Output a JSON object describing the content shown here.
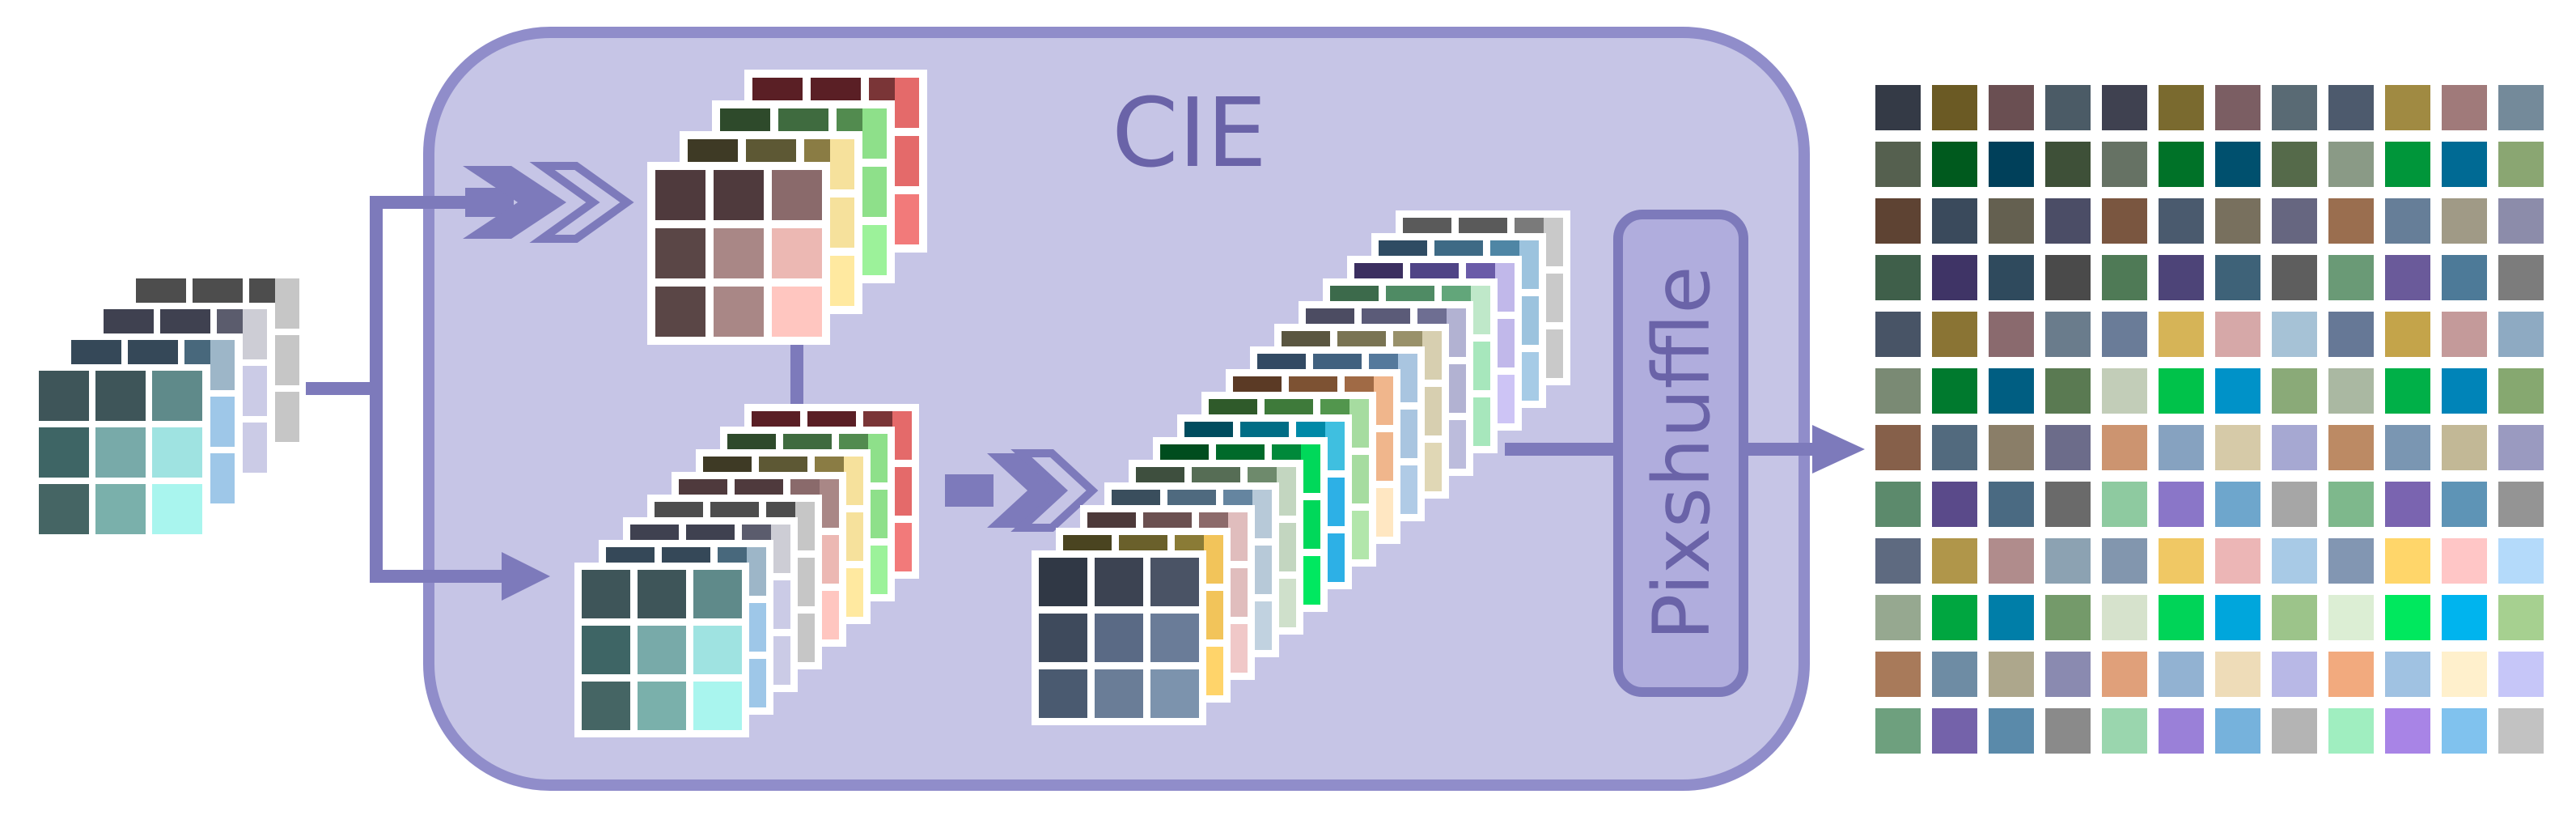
{
  "module": {
    "title": "CIE",
    "pixelshuffle_label": "Pixshuffle"
  },
  "colors": {
    "module_fill": "#c6c5e6",
    "module_stroke": "#908dca",
    "arrow": "#7d7abb",
    "pixelshuffle_fill": "#b0addd",
    "tile_border": "#ffffff",
    "stack_outline": "#8f8ccb"
  },
  "stacks": {
    "input": {
      "layers": [
        [
          "#4d4d4d",
          "#4d4d4d",
          "#4d4d4d",
          "#c6c6c6",
          "#c6c6c6",
          "#c6c6c6"
        ],
        [
          "#3f4150",
          "#3f4150",
          "#5b5c6d",
          "#cdcdd5",
          "#cbcbe6",
          "#cbcbe6"
        ],
        [
          "#354858",
          "#354858",
          "#48687c",
          "#9db6c8",
          "#9ec7e8",
          "#9ec7e8"
        ],
        [
          "#3e5559",
          "#3e5559",
          "#5f8a8a",
          "#3e6565",
          "#78aaa9",
          "#9fe3e1",
          "#456564",
          "#7ab0ab",
          "#a9f5ee"
        ]
      ]
    },
    "reference": {
      "layers": [
        [
          "#5a1f25",
          "#5a1f25",
          "#7a3537",
          "#e46a6a",
          "#e46a6a",
          "#f27a7a"
        ],
        [
          "#2e4a2b",
          "#3f6b3f",
          "#528b4f",
          "#8ee08a",
          "#8ee08a",
          "#9cf29a"
        ],
        [
          "#3e3a25",
          "#5d5834",
          "#8a7c44",
          "#f6e19c",
          "#f6e19c",
          "#ffe9a0"
        ],
        [
          "#4f3a3d",
          "#4f3a3d",
          "#8a6a6b",
          "#5a4646",
          "#a98786",
          "#ecb8b3",
          "#5a4646",
          "#a98786",
          "#ffc6c0"
        ]
      ]
    },
    "fused": {
      "layers": [
        [
          "#5a1f25",
          "#5a1f25",
          "#7a3537",
          "#e46a6a",
          "#e46a6a",
          "#f27a7a"
        ],
        [
          "#2e4a2b",
          "#3f6b3f",
          "#528b4f",
          "#8ee08a",
          "#8ee08a",
          "#9cf29a"
        ],
        [
          "#3e3a25",
          "#5d5834",
          "#8a7c44",
          "#f6e19c",
          "#f6e19c",
          "#ffe9a0"
        ],
        [
          "#4f3a3d",
          "#4f3a3d",
          "#8a6a6b",
          "#a98786",
          "#ecb8b3",
          "#ffc6c0"
        ],
        [
          "#4d4d4d",
          "#4d4d4d",
          "#4d4d4d",
          "#c6c6c6",
          "#c6c6c6",
          "#c6c6c6"
        ],
        [
          "#3f4150",
          "#3f4150",
          "#5b5c6d",
          "#cdcdd5",
          "#cbcbe6",
          "#cbcbe6"
        ],
        [
          "#354858",
          "#354858",
          "#48687c",
          "#9db6c8",
          "#9ec7e8",
          "#9ec7e8"
        ],
        [
          "#3e5559",
          "#3e5559",
          "#5f8a8a",
          "#3e6565",
          "#78aaa9",
          "#9fe3e1",
          "#456564",
          "#7ab0ab",
          "#a9f5ee"
        ]
      ]
    },
    "expanded": {
      "layers": [
        [
          "#5a5a5a",
          "#5a5a5a",
          "#7a7a7a",
          "#c9c9c9",
          "#c9c9c9",
          "#c9c9c9"
        ],
        [
          "#2f4c63",
          "#3e6a85",
          "#4f86a5",
          "#9cc3de",
          "#9cc3de",
          "#a6cbe6"
        ],
        [
          "#3b2f60",
          "#4f4486",
          "#6a5ba8",
          "#c1b8ea",
          "#c1b8ea",
          "#cdc4f5"
        ],
        [
          "#3c6a4b",
          "#4f8b64",
          "#62a67a",
          "#bfe8c9",
          "#a7e7bc",
          "#a7e7bc"
        ],
        [
          "#4c4c62",
          "#5b5b78",
          "#6e6e92",
          "#b2b2d2",
          "#b2b2d2",
          "#bcbcdc"
        ],
        [
          "#5a5640",
          "#7a7453",
          "#99916a",
          "#d7cfb0",
          "#d7cfb0",
          "#e0d7b5"
        ],
        [
          "#324a63",
          "#41617f",
          "#55799c",
          "#a9c5e0",
          "#a9c5e0",
          "#b0cbe6"
        ],
        [
          "#5b3a25",
          "#7d5233",
          "#a06a45",
          "#f0b68c",
          "#f0b68c",
          "#ffe7c2"
        ],
        [
          "#2f5a2a",
          "#3e7a3a",
          "#52964d",
          "#a6dca0",
          "#a6dca0",
          "#b2e6ab"
        ],
        [
          "#004c5e",
          "#006d85",
          "#0089a7",
          "#3fbfe0",
          "#2db0e6",
          "#2db0e6"
        ],
        [
          "#004d1e",
          "#006a2a",
          "#00893a",
          "#00d85a",
          "#00d85a",
          "#00e860"
        ],
        [
          "#3e4f3e",
          "#566d55",
          "#6e8a6c",
          "#c3d6c0",
          "#c3d6c0",
          "#cfe0cb"
        ],
        [
          "#3a4e5d",
          "#4f6a7f",
          "#6585a0",
          "#b7c9d8",
          "#b7c9d8",
          "#c1d2e0"
        ],
        [
          "#4d3a3a",
          "#6b5050",
          "#8c6a6a",
          "#e0bdbd",
          "#e0bdbd",
          "#f0c8c8"
        ],
        [
          "#4a4420",
          "#6a602b",
          "#8a7b36",
          "#f2c45a",
          "#f2c45a",
          "#ffd46a"
        ],
        [
          "#303845",
          "#3c4352",
          "#4a5365",
          "#3e4a5c",
          "#5a6a85",
          "#6a7c98",
          "#4a5a70",
          "#6a7d97",
          "#7c93ad"
        ]
      ]
    }
  },
  "output_grid": {
    "rows": 12,
    "cols": 12,
    "cells": [
      "#343a46",
      "#6b5a24",
      "#6a4f52",
      "#4b5b66",
      "#3f4150",
      "#7a6a2f",
      "#7b5e63",
      "#596a74",
      "#4d5a6d",
      "#a08a42",
      "#a07a7a",
      "#748a9a",
      "#55604f",
      "#005a1e",
      "#00405a",
      "#3e5038",
      "#667264",
      "#007228",
      "#00506e",
      "#556a4a",
      "#8a9a86",
      "#00963a",
      "#006a94",
      "#8aa672",
      "#5e4333",
      "#3a4a5c",
      "#646050",
      "#4b4d66",
      "#7a5640",
      "#4a5a6e",
      "#78705e",
      "#666680",
      "#9a6e4f",
      "#667e98",
      "#a09a86",
      "#8c8caa",
      "#3f5f4a",
      "#3f3466",
      "#2f4a5d",
      "#4a4a4a",
      "#4f7a56",
      "#4d4478",
      "#3e6278",
      "#5e5e5e",
      "#6a9a76",
      "#6a5a9a",
      "#4d7a98",
      "#7c7c7c",
      "#485466",
      "#8a7434",
      "#8a6a6e",
      "#6a7c8c",
      "#6a7c98",
      "#d6b457",
      "#d6a8a8",
      "#a6c2d6",
      "#667896",
      "#c4a44a",
      "#c49a9a",
      "#8eaac2",
      "#7a8a74",
      "#007a2e",
      "#005e82",
      "#5a7a52",
      "#c2cdb8",
      "#00c24a",
      "#0092c8",
      "#8aaa78",
      "#aab8a2",
      "#00b048",
      "#0084b8",
      "#86a870",
      "#86604a",
      "#526a7e",
      "#8a7e68",
      "#6c6c8a",
      "#cc9470",
      "#86a2c0",
      "#d6caa8",
      "#a6a8d2",
      "#bc8a64",
      "#7a96b2",
      "#c2b896",
      "#9a9ac0",
      "#5c8a6c",
      "#5a4a8a",
      "#4a6a82",
      "#6a6a6a",
      "#8ecaa0",
      "#8a76c8",
      "#6ea6cc",
      "#a6a6a6",
      "#7eb88c",
      "#7a64b0",
      "#5e94b6",
      "#949494",
      "#5e6a80",
      "#b0964a",
      "#b08c8c",
      "#8ca2b2",
      "#8296ae",
      "#f0c864",
      "#ecb6b6",
      "#a8cae6",
      "#8296b2",
      "#ffd66a",
      "#ffc6c6",
      "#b4dafa",
      "#96a890",
      "#00a640",
      "#007ea8",
      "#749a6a",
      "#d6e2cc",
      "#00d458",
      "#00a6dc",
      "#9cc48a",
      "#dceed4",
      "#00e85e",
      "#00b4ee",
      "#a6d090",
      "#a87a5a",
      "#6e8ca4",
      "#ada78c",
      "#8a8ab0",
      "#e0a07a",
      "#92b2d2",
      "#eedcb8",
      "#b8b8e6",
      "#f2aa7e",
      "#a0c2e2",
      "#fff0cc",
      "#c6c6f8",
      "#6ea07e",
      "#7462aa",
      "#5a8aaa",
      "#8a8a8a",
      "#9ad6ae",
      "#9a80d8",
      "#76b2dc",
      "#b4b4b4",
      "#a0eec0",
      "#a884e6",
      "#80c2ee",
      "#c2c2c2"
    ]
  }
}
